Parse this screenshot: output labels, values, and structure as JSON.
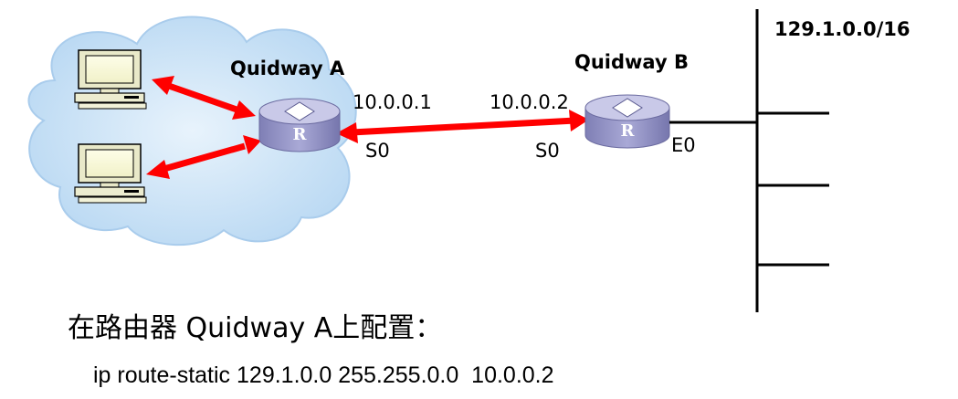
{
  "routers": {
    "a": {
      "name": "Quidway A",
      "badge": "R",
      "interface": "S0",
      "ip": "10.0.0.1"
    },
    "b": {
      "name": "Quidway B",
      "badge": "R",
      "serial_interface": "S0",
      "ethernet_interface": "E0",
      "ip": "10.0.0.2"
    }
  },
  "network": {
    "label": "129.1.0.0/16"
  },
  "caption": "在路由器 Quidway A上配置：",
  "command": "ip route-static 129.1.0.0 255.255.0.0  10.0.0.2",
  "colors": {
    "cloud_fill": "#c6e2f7",
    "cloud_edge": "#a9ccec",
    "link_arrow": "#ff0000",
    "router_body": "#9a9ac8",
    "router_top": "#c9c9e8"
  }
}
